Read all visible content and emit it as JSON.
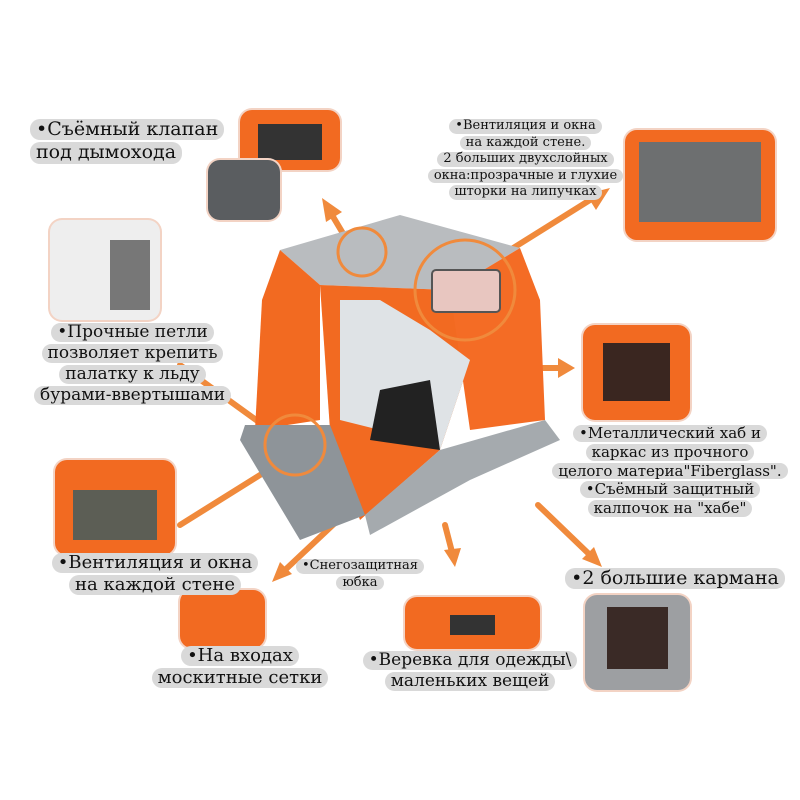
{
  "labels": {
    "chimney": [
      "•Съёмный клапан",
      "под дымохода"
    ],
    "ventilation_top": [
      "•Вентиляция и окна",
      "на каждой стене.",
      "2 больших двухслойных",
      "окна:прозрачные и глухие",
      "шторки на липучках"
    ],
    "loops": [
      "•Прочные петли",
      "позволяет крепить",
      "палатку к льду",
      "бурами-ввертышами"
    ],
    "hub": [
      "•Металлический хаб и",
      "каркас из прочного",
      "целого материа\"Fiberglass\".",
      "•Съёмный защитный",
      "калпочок на \"хабе\""
    ],
    "ventilation_bottom": [
      "•Вентиляция и окна",
      "на каждой стене"
    ],
    "snow_skirt": [
      "•Снегозащитная",
      "юбка"
    ],
    "mosquito": [
      "•На входах",
      "москитные сетки"
    ],
    "rope": [
      "•Веревка для одежды\\",
      "маленьких вещей"
    ],
    "pockets": [
      "•2 большие кармана"
    ]
  },
  "colors": {
    "accent": "#f08a3c",
    "tent_orange": "#f26a21",
    "tent_gray": "#8e9499",
    "label_bg": "#d9d9d9"
  }
}
